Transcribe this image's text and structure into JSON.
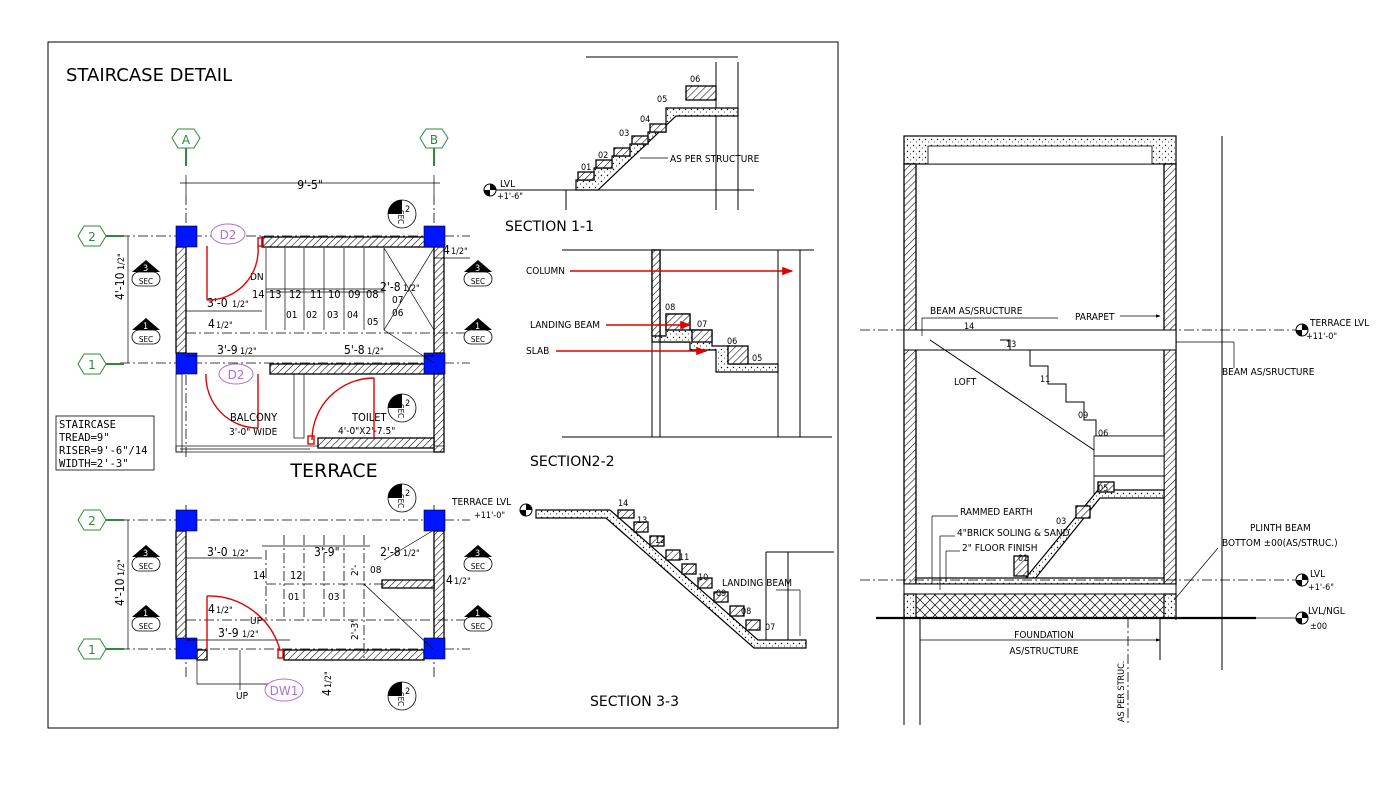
{
  "sheet": {
    "title": "STAIRCASE DETAIL",
    "grid_labels": {
      "col_a": "A",
      "col_b": "B",
      "row_1": "1",
      "row_2": "2"
    }
  },
  "plan_top": {
    "overall_dim": "9'-5\"",
    "dim_left": "4'-10",
    "dim_left_frac": "1/2\"",
    "dim_30": "3'-0",
    "dim_30_frac": "1/2\"",
    "dim_4": "4",
    "dim_4_frac": "1/2\"",
    "dim_39": "3'-9",
    "dim_39_frac": "1/2\"",
    "dim_58": "5'-8",
    "dim_58_frac": "1/2\"",
    "dim_28": "2'-8",
    "dim_28_frac": "1/2\"",
    "dim_right": "4",
    "dim_right_frac": "1/2\"",
    "dn": "DN",
    "steps_upper": [
      "14",
      "13",
      "12",
      "11",
      "10",
      "09",
      "08"
    ],
    "steps_lower": [
      "01",
      "02",
      "03",
      "04",
      "05",
      "06"
    ],
    "step_07": "07",
    "door_top": "D2",
    "door_bottom": "D2",
    "balcony": "BALCONY",
    "balcony_size": "3'-0\" WIDE",
    "toilet": "TOILET",
    "toilet_size": "4'-0\"X2'-7.5\"",
    "room": "TERRACE"
  },
  "spec_box": {
    "lines": [
      "STAIRCASE",
      "TREAD=9\"",
      "RISER=9'-6\"/14",
      "WIDTH=2'-3\""
    ]
  },
  "plan_bottom": {
    "dim_left": "4'-10",
    "dim_left_frac": "1/2\"",
    "dim_30": "3'-0",
    "dim_30_frac": "1/2\"",
    "dim_39_top": "3'-9\"",
    "dim_28": "2'-8",
    "dim_28_frac": "1/2\"",
    "dim_2v": "2'-",
    "dim_4": "4",
    "dim_4_frac": "1/2\"",
    "dim_39": "3'-9",
    "dim_39_frac": "1/2\"",
    "dim_23": "2'-3\"",
    "dim_right": "4",
    "dim_right_frac": "1/2\"",
    "dim_bottom": "4",
    "dim_bottom_frac": "1/2\"",
    "steps": [
      "14",
      "12",
      "01",
      "03",
      "08"
    ],
    "up_main": "UP",
    "up_small": "UP",
    "door": "DW1"
  },
  "sec_markers": {
    "sec": "SEC",
    "n1": "1",
    "n2": "2",
    "n3": "3"
  },
  "section_1": {
    "title": "SECTION 1-1",
    "note": "AS PER STRUCTURE",
    "lvl": "LVL",
    "lvl_val": "+1'-6\"",
    "steps": [
      "01",
      "02",
      "03",
      "04",
      "05",
      "06"
    ]
  },
  "section_2": {
    "title": "SECTION2-2",
    "column": "COLUMN",
    "landing_beam": "LANDING BEAM",
    "slab": "SLAB",
    "steps": [
      "08",
      "07",
      "06",
      "05"
    ]
  },
  "section_3": {
    "title": "SECTION 3-3",
    "terrace_lvl": "TERRACE LVL",
    "terrace_val": "+11'-0\"",
    "landing_beam": "LANDING BEAM",
    "steps": [
      "14",
      "13",
      "12",
      "11",
      "10",
      "09",
      "08",
      "07"
    ]
  },
  "elevation": {
    "beam_left": "BEAM AS/SRUCTURE",
    "parapet": "PARAPET",
    "terrace_lvl": "TERRACE LVL",
    "terrace_val": "+11'-0\"",
    "beam_right": "BEAM AS/SRUCTURE",
    "loft": "LOFT",
    "steps": [
      "14",
      "13",
      "11",
      "09",
      "06",
      "05",
      "03",
      "01"
    ],
    "rammed_earth": "RAMMED EARTH",
    "brick_soling": "4\"BRICK SOLING & SAND",
    "floor_finish": "2\" FLOOR FINISH",
    "plinth_beam": "PLINTH BEAM",
    "plinth_bottom": "BOTTOM ±00(AS/STRUC.)",
    "lvl": "LVL",
    "lvl_val": "+1'-6\"",
    "lvl_ngl": "LVL/NGL",
    "lvl_ngl_val": "±00",
    "foundation": "FOUNDATION",
    "foundation_2": "AS/STRUCTURE",
    "as_per_struc": "AS PER STRUC."
  },
  "colors": {
    "column_fill": "#0015ff",
    "grid_bubble": "#2e8b3a",
    "door_tag": "#b070d8",
    "door_swing": "#e00000",
    "leader": "#e00000"
  }
}
